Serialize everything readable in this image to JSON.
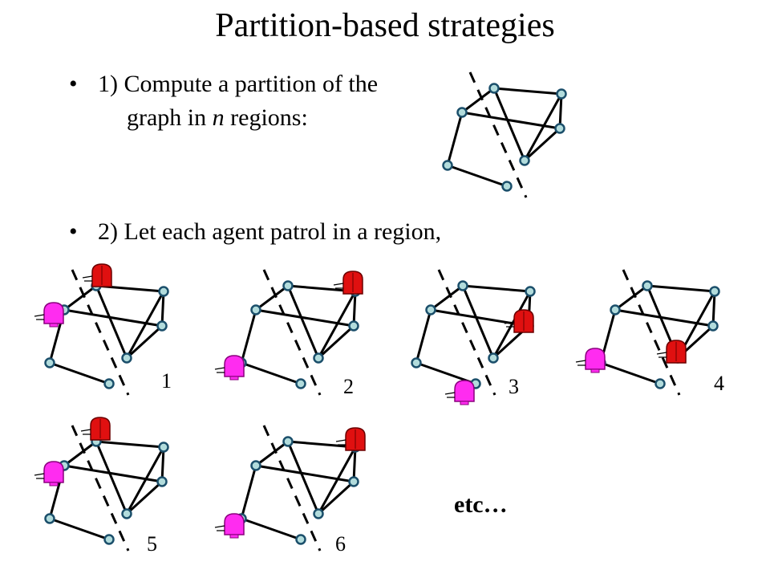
{
  "slide": {
    "title": "Partition-based strategies",
    "bullets": [
      {
        "line1": "1) Compute a partition of the",
        "line2_prefix": "graph in ",
        "line2_italic": "n",
        "line2_suffix": " regions:"
      },
      {
        "line1": "2) Let each agent patrol in a region,"
      }
    ],
    "steps": [
      "1",
      "2",
      "3",
      "4",
      "5",
      "6"
    ],
    "etc_label": "etc…"
  },
  "colors": {
    "node_fill": "#b2dcdc",
    "node_stroke": "#1b4f6b",
    "agent_red": "#e01010",
    "agent_magenta": "#ff2cf0"
  },
  "icons": {
    "agent": "robot-agent-icon",
    "node": "graph-node-icon"
  }
}
